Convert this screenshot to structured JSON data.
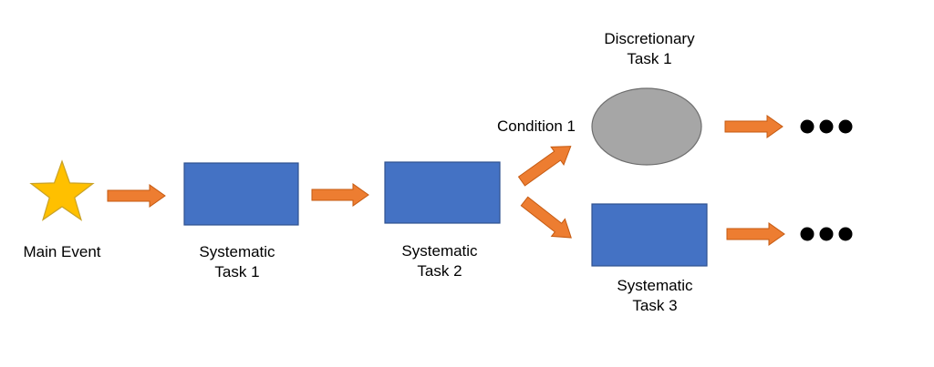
{
  "nodes": {
    "main_event": {
      "label": "Main Event"
    },
    "task1": {
      "label_line1": "Systematic",
      "label_line2": "Task 1"
    },
    "task2": {
      "label_line1": "Systematic",
      "label_line2": "Task 2"
    },
    "discretionary": {
      "label_line1": "Discretionary",
      "label_line2": "Task 1"
    },
    "task3": {
      "label_line1": "Systematic",
      "label_line2": "Task 3"
    }
  },
  "branch": {
    "condition_label": "Condition 1"
  },
  "colors": {
    "star_fill": "#FFC000",
    "star_stroke": "#C9A227",
    "task_fill": "#4472C4",
    "task_stroke": "#2F528F",
    "discretionary_fill": "#A6A6A6",
    "discretionary_stroke": "#6E6E6E",
    "arrow_fill": "#ED7D31",
    "arrow_stroke": "#C55A11",
    "dots": "#000000"
  },
  "icons": {
    "main_event": "star-icon",
    "continuation": "ellipsis-icon"
  }
}
